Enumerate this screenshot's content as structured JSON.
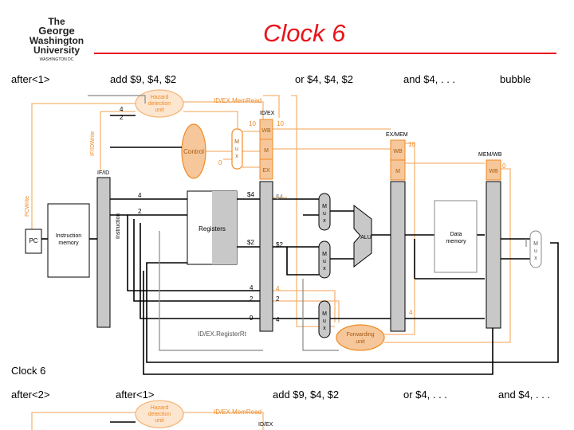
{
  "slide": {
    "title": "Clock 6",
    "logo_lines": [
      "The",
      "George",
      "Washington",
      "University",
      "WASHINGTON DC"
    ],
    "caption": "Clock 6"
  },
  "stages_top": [
    "after<1>",
    "add $9, $4, $2",
    "or $4, $4, $2",
    "and $4, . . .",
    "bubble"
  ],
  "stages_bottom": [
    "after<2>",
    "after<1>",
    "add $9, $4, $2",
    "or $4, . . .",
    "and $4, . . ."
  ],
  "diagram": {
    "hazard_unit": "Hazard detection unit",
    "idex_memread": "ID/EX.MemRead",
    "ifid_write": "IF/IDWrite",
    "pc_write": "PCWrite",
    "control": "Control",
    "mux": "M u x",
    "zero": "0",
    "pc": "PC",
    "instruction_memory": "Instruction memory",
    "instruction": "Instruction",
    "registers": "Registers",
    "alu": "ALU",
    "data_memory": "Data memory",
    "forwarding_unit": "Forwarding unit",
    "idex_registerrt": "ID/EX.RegisterRt",
    "pipe_ifid": "IF/ID",
    "pipe_idex": "ID/EX",
    "pipe_exmem": "EX/MEM",
    "pipe_memwb": "MEM/WB",
    "wb": "WB",
    "m": "M",
    "ex": "EX",
    "num_4": "4",
    "num_2": "2",
    "num_9": "9",
    "num_10": "10",
    "num_0": "0",
    "reg_4": "$4",
    "reg_2": "$2"
  },
  "colors": {
    "accent": "#e8141c",
    "orange": "#f08a24",
    "orange_fill": "#f6c79a",
    "gray_fill": "#c8c8c8",
    "dark_gray": "#8c8c8c"
  }
}
